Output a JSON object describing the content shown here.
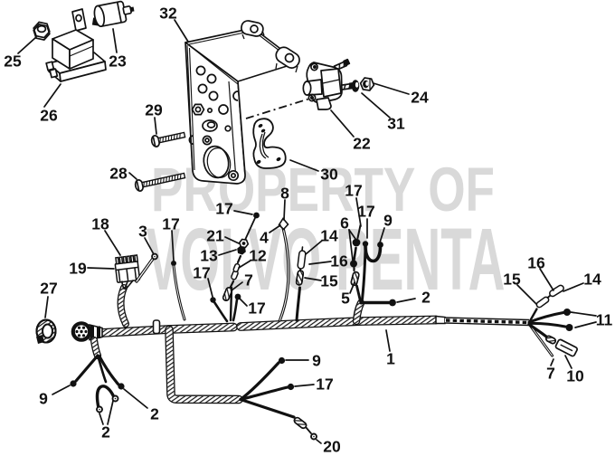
{
  "watermark": {
    "line1": "PROPERTY OF",
    "line2": "VOLVO PENTA"
  },
  "colors": {
    "ink": "#111111",
    "background": "#ffffff",
    "watermark": "#d9d9d9"
  },
  "callouts": [
    {
      "label": "32"
    },
    {
      "label": "25"
    },
    {
      "label": "23"
    },
    {
      "label": "26"
    },
    {
      "label": "29"
    },
    {
      "label": "28"
    },
    {
      "label": "24"
    },
    {
      "label": "31"
    },
    {
      "label": "22"
    },
    {
      "label": "30"
    },
    {
      "label": "8"
    },
    {
      "label": "17"
    },
    {
      "label": "17"
    },
    {
      "label": "9"
    },
    {
      "label": "6"
    },
    {
      "label": "17"
    },
    {
      "label": "18"
    },
    {
      "label": "3"
    },
    {
      "label": "17"
    },
    {
      "label": "21"
    },
    {
      "label": "4"
    },
    {
      "label": "14"
    },
    {
      "label": "13"
    },
    {
      "label": "12"
    },
    {
      "label": "16"
    },
    {
      "label": "19"
    },
    {
      "label": "17"
    },
    {
      "label": "7"
    },
    {
      "label": "15"
    },
    {
      "label": "16"
    },
    {
      "label": "15"
    },
    {
      "label": "14"
    },
    {
      "label": "27"
    },
    {
      "label": "5"
    },
    {
      "label": "2"
    },
    {
      "label": "17"
    },
    {
      "label": "11"
    },
    {
      "label": "1"
    },
    {
      "label": "9"
    },
    {
      "label": "17"
    },
    {
      "label": "7"
    },
    {
      "label": "10"
    },
    {
      "label": "9"
    },
    {
      "label": "2"
    },
    {
      "label": "2"
    },
    {
      "label": "20"
    }
  ]
}
